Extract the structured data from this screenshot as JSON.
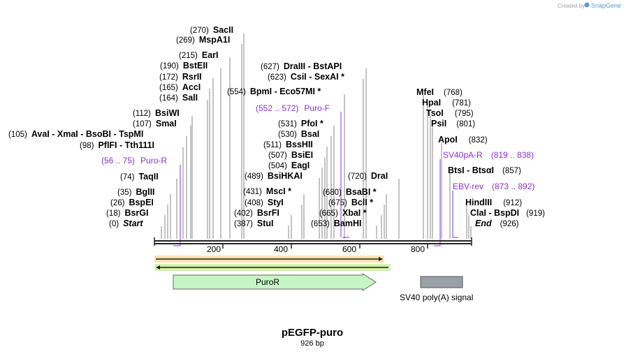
{
  "watermark": {
    "prefix": "Created by",
    "brand": "SnapGene"
  },
  "plasmid": {
    "name": "pEGFP-puro",
    "length": "926 bp"
  },
  "axis": {
    "ticks": [
      "200",
      "400",
      "600",
      "800"
    ]
  },
  "sites": [
    {
      "pos": "(270)",
      "name": "SacII"
    },
    {
      "pos": "(269)",
      "name": "MspA1I"
    },
    {
      "pos": "(215)",
      "name": "EarI"
    },
    {
      "pos": "(190)",
      "name": "BstEII"
    },
    {
      "pos": "(172)",
      "name": "RsrII"
    },
    {
      "pos": "(165)",
      "name": "AccI"
    },
    {
      "pos": "(164)",
      "name": "SalI"
    },
    {
      "pos": "(112)",
      "name": "BsiWI"
    },
    {
      "pos": "(107)",
      "name": "SmaI"
    },
    {
      "pos": "(105)",
      "name": "AvaI  - XmaI  - BsoBI  - TspMI"
    },
    {
      "pos": "(98)",
      "name": "PflFI  - Tth111I"
    },
    {
      "pos": "(74)",
      "name": "TaqII"
    },
    {
      "pos": "(35)",
      "name": "BglII"
    },
    {
      "pos": "(26)",
      "name": "BspEI"
    },
    {
      "pos": "(18)",
      "name": "BsrGI"
    },
    {
      "pos": "(0)",
      "name": "Start"
    },
    {
      "pos": "(627)",
      "name": "DraIII  - BstAPI"
    },
    {
      "pos": "(623)",
      "name": "CsiI  - SexAI *"
    },
    {
      "pos": "(554)",
      "name": "BpmI  - Eco57MI *"
    },
    {
      "pos": "(531)",
      "name": "PfoI *"
    },
    {
      "pos": "(530)",
      "name": "BsaI"
    },
    {
      "pos": "(511)",
      "name": "BssHII"
    },
    {
      "pos": "(507)",
      "name": "BsiEI"
    },
    {
      "pos": "(504)",
      "name": "EagI"
    },
    {
      "pos": "(489)",
      "name": "BsiHKAI"
    },
    {
      "pos": "(431)",
      "name": "MscI *"
    },
    {
      "pos": "(408)",
      "name": "StyI"
    },
    {
      "pos": "(402)",
      "name": "BsrFI"
    },
    {
      "pos": "(387)",
      "name": "StuI"
    },
    {
      "pos": "(720)",
      "name": "DraI"
    },
    {
      "pos": "(680)",
      "name": "BsaBI *"
    },
    {
      "pos": "(675)",
      "name": "BclI *"
    },
    {
      "pos": "(665)",
      "name": "XbaI *"
    },
    {
      "pos": "(653)",
      "name": "BamHI"
    },
    {
      "pos": "(768)",
      "name": "MfeI"
    },
    {
      "pos": "(781)",
      "name": "HpaI"
    },
    {
      "pos": "(795)",
      "name": "TsoI"
    },
    {
      "pos": "(801)",
      "name": "PsiI"
    },
    {
      "pos": "(832)",
      "name": "ApoI"
    },
    {
      "pos": "(857)",
      "name": "BtsI  - BtsαI"
    },
    {
      "pos": "(912)",
      "name": "HindIII"
    },
    {
      "pos": "(919)",
      "name": "ClaI  - BspDI"
    },
    {
      "pos": "(926)",
      "name": "End"
    }
  ],
  "primers": [
    {
      "range": "(56 .. 75)",
      "name": "Puro-R"
    },
    {
      "range": "(552 .. 572)",
      "name": "Puro-F"
    },
    {
      "range": "(819 .. 838)",
      "name": "SV40pA-R"
    },
    {
      "range": "(873 .. 892)",
      "name": "EBV-rev"
    }
  ],
  "features": [
    {
      "name": "PuroR",
      "color": "#c6f5c6"
    },
    {
      "name": "SV40 poly(A) signal",
      "color": "#9aa0a8"
    }
  ],
  "colors": {
    "primer": "#8d2fd1",
    "orf_forward": "#f5a623",
    "orf_reverse": "#7ed321"
  }
}
